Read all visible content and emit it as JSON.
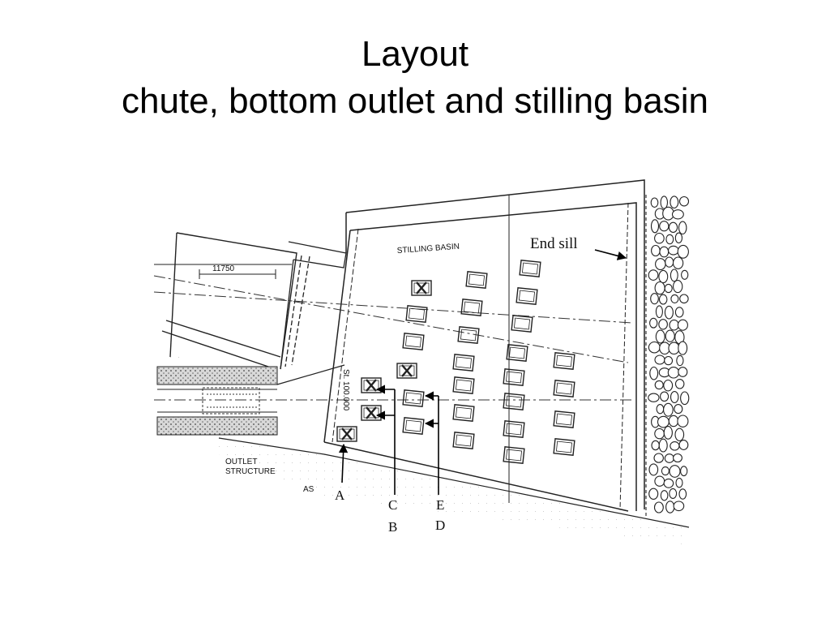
{
  "slide": {
    "title_line1": "Layout",
    "title_line2": "chute, bottom outlet and stilling basin"
  },
  "drawing": {
    "basin_label": "STILLING  BASIN",
    "end_sill_label": "End sill",
    "dimension_label": "11750",
    "station_label": "St. 100.000",
    "outlet_label_line1": "OUTLET",
    "outlet_label_line2": "STRUCTURE",
    "section_label": "AS",
    "marker_labels": {
      "A": "A",
      "B": "B",
      "C": "C",
      "D": "D",
      "E": "E"
    }
  }
}
